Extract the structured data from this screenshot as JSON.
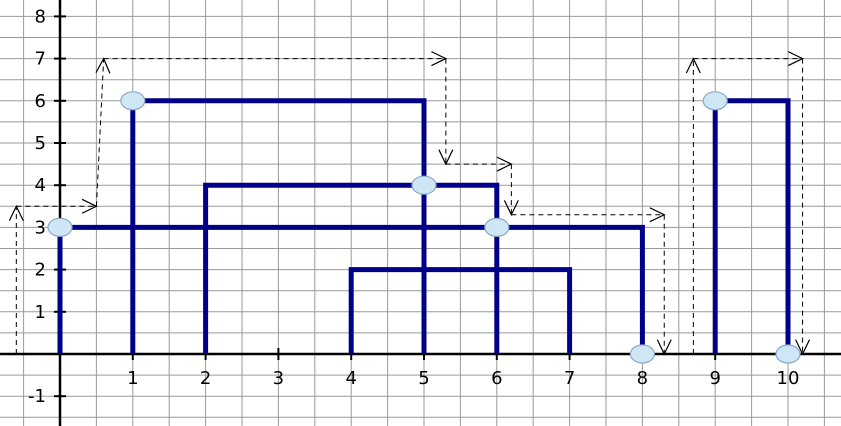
{
  "chart_data": {
    "type": "line",
    "title": "",
    "xlabel": "",
    "ylabel": "",
    "xlim": [
      -0.8,
      10.7
    ],
    "ylim": [
      -1.5,
      8.4
    ],
    "grid": true,
    "x_ticks": [
      1,
      2,
      3,
      4,
      5,
      6,
      7,
      8,
      9,
      10
    ],
    "y_ticks": [
      -1,
      1,
      2,
      3,
      4,
      5,
      6,
      7,
      8
    ],
    "buildings": [
      {
        "left": 0,
        "right": 8,
        "height": 3
      },
      {
        "left": 1,
        "right": 5,
        "height": 6
      },
      {
        "left": 2,
        "right": 6,
        "height": 4
      },
      {
        "left": 4,
        "right": 7,
        "height": 2
      },
      {
        "left": 9,
        "right": 10,
        "height": 6
      }
    ],
    "key_points": [
      {
        "x": 0,
        "y": 3
      },
      {
        "x": 1,
        "y": 6
      },
      {
        "x": 5,
        "y": 4
      },
      {
        "x": 6,
        "y": 3
      },
      {
        "x": 8,
        "y": 0
      },
      {
        "x": 9,
        "y": 6
      },
      {
        "x": 10,
        "y": 0
      }
    ],
    "skyline_path": [
      [
        -0.6,
        0
      ],
      [
        -0.6,
        3.5
      ],
      [
        0.5,
        3.5
      ],
      [
        0.6,
        7
      ],
      [
        5.3,
        7
      ],
      [
        5.3,
        4.5
      ],
      [
        6.2,
        4.5
      ],
      [
        6.2,
        3.3
      ],
      [
        8.3,
        3.3
      ],
      [
        8.3,
        0
      ],
      [
        8.7,
        0
      ],
      [
        8.7,
        7
      ],
      [
        10.2,
        7
      ],
      [
        10.2,
        0
      ]
    ],
    "colors": {
      "building": "#000088",
      "point_fill": "#cfe6f5",
      "point_stroke": "#8aa8c6",
      "grid": "#9a9a9a",
      "axis": "#000000",
      "arrow": "#000000"
    }
  }
}
